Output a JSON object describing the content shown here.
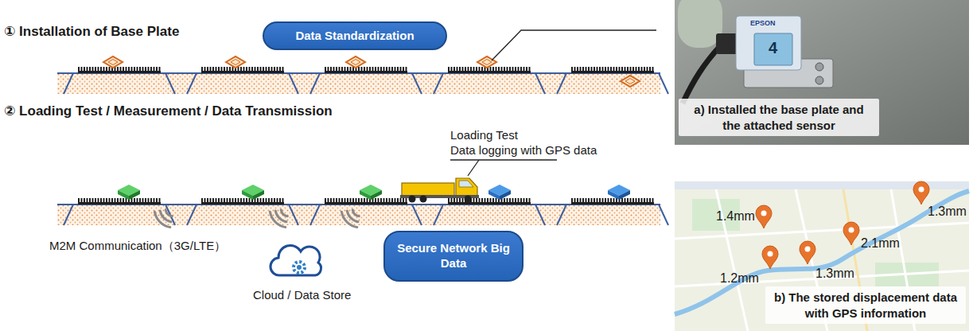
{
  "diagram": {
    "nodes": [
      {
        "text": [
          "Data Standardization"
        ]
      },
      {
        "text": [
          "Secure Network Big Data"
        ]
      },
      {
        "text": [
          "a) Installed the base plate and the attached sensor"
        ]
      },
      {
        "text": [
          "b) The stored displacement data with GPS information"
        ]
      }
    ],
    "labels": [
      "① Installation of Base Plate",
      "② Loading Test / Measurement / Data Transmission",
      "Loading Test",
      "Data logging with GPS data",
      "M2M Communication（3G/LTE）",
      "Cloud / Data Store",
      "EPSON",
      "4",
      "1.4mm",
      "1.3mm",
      "2.1mm",
      "1.3mm",
      "1.2mm"
    ]
  }
}
